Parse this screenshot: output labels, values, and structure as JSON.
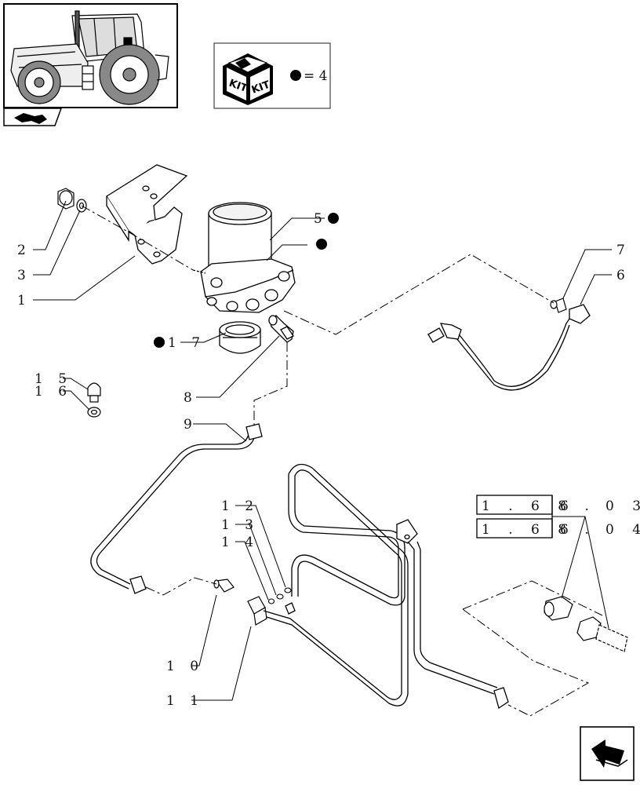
{
  "kit_legend": {
    "kit_word_left": "KIT",
    "kit_word_right": "KIT",
    "equals_text": "= 4"
  },
  "callouts": {
    "c1": "1",
    "c2": "2",
    "c3": "3",
    "c5": "5",
    "c6": "6",
    "c7": "7",
    "c8": "8",
    "c9": "9",
    "c10": "1 0",
    "c11": "1 1",
    "c12": "1 2",
    "c13": "1 3",
    "c14": "1 4",
    "c15": "1 5",
    "c16": "1 6",
    "c17": "1 7"
  },
  "references": [
    {
      "box": "1 . 6 8 .",
      "suffix": "6",
      "end": "0 3"
    },
    {
      "box": "1 . 6 8 .",
      "suffix": "6",
      "end": "0 4"
    }
  ],
  "icons": {
    "overview": "tractor-overview-icon",
    "prev": "previous-page-icon",
    "next": "next-page-icon",
    "kit": "kit-box-icon",
    "bullet": "kit-bullet-icon"
  }
}
